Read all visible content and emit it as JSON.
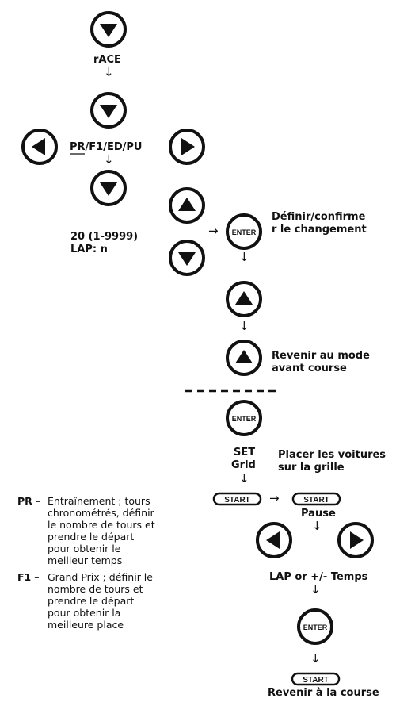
{
  "labels": {
    "race": "rACE",
    "mode_pr": "PR",
    "mode_rest": "/F1/ED/PU",
    "laps_value": "20 (1-9999)",
    "laps_lap": "LAP: n",
    "confirm_line1": "Définir/confirme",
    "confirm_line2": "r le changement",
    "back_line1": "Revenir au mode",
    "back_line2": "avant course",
    "set_line1": "SET",
    "set_line2": "Grld",
    "place_line1": "Placer les voitures",
    "place_line2": "sur la grille",
    "pause": "Pause",
    "lap_or": "LAP or +/- Temps",
    "resume": "Revenir à la course",
    "arrow_right": "→",
    "arrow_down": "↓"
  },
  "buttons": {
    "enter": "ENTER",
    "start": "START"
  },
  "legend": [
    {
      "key": "PR",
      "dash": "–",
      "lines": [
        "Entraînement ; tours",
        "chronométrés, définir",
        "le nombre de tours et",
        "prendre le départ",
        "pour obtenir le",
        "meilleur temps"
      ]
    },
    {
      "key": "F1",
      "dash": "–",
      "lines": [
        "Grand Prix ; définir le",
        "nombre de tours et",
        "prendre le départ",
        "pour obtenir la",
        "meilleure place"
      ]
    }
  ],
  "colors": {
    "ink": "#111111",
    "background": "#ffffff"
  }
}
